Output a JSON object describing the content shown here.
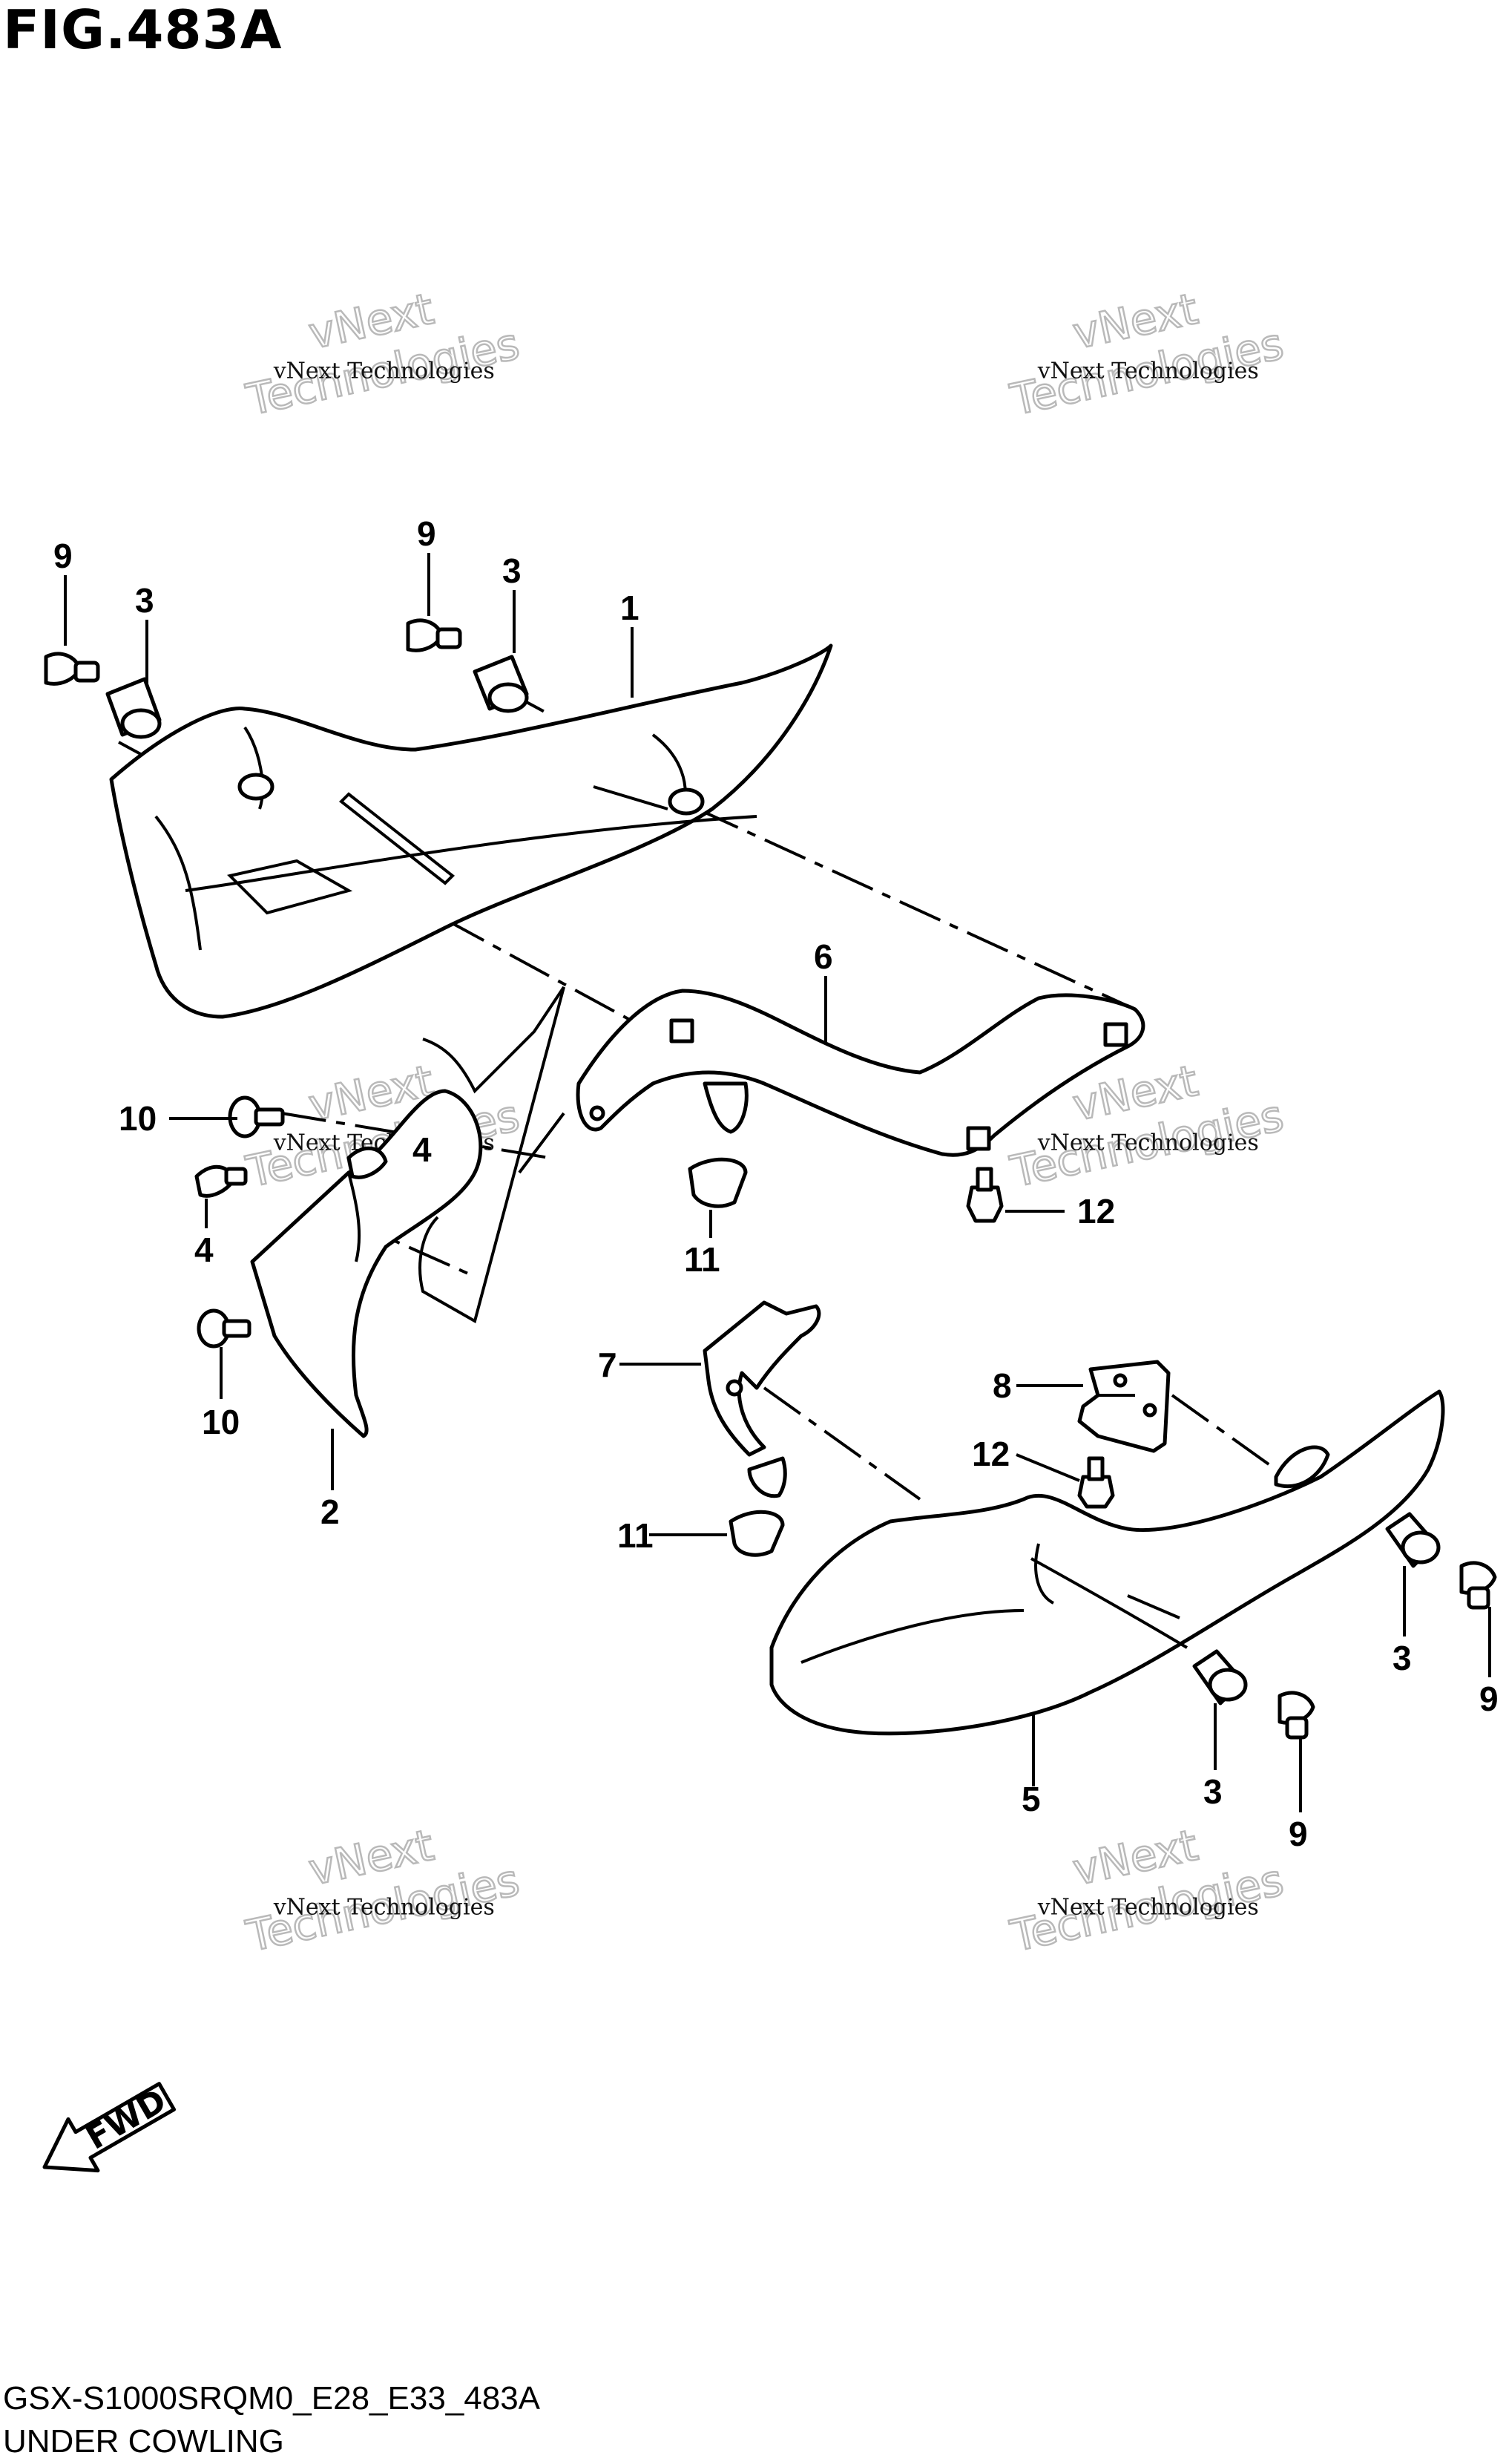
{
  "figure": {
    "title": "FIG.483A",
    "code": "GSX-S1000SRQM0_E28_E33_483A",
    "name": "UNDER COWLING"
  },
  "direction_marker": {
    "label": "FWD",
    "icon": "forward-arrow-icon"
  },
  "watermark": {
    "line1": "vNext",
    "line2": "Technologies",
    "small": "vNext Technologies"
  },
  "callouts": {
    "c1": "1",
    "c2": "2",
    "c3a": "3",
    "c3b": "3",
    "c3c": "3",
    "c3d": "3",
    "c4a": "4",
    "c4b": "4",
    "c5": "5",
    "c6": "6",
    "c7": "7",
    "c8": "8",
    "c9a": "9",
    "c9b": "9",
    "c9c": "9",
    "c9d": "9",
    "c10a": "10",
    "c10b": "10",
    "c11a": "11",
    "c11b": "11",
    "c12a": "12",
    "c12b": "12"
  },
  "colors": {
    "line": "#000000",
    "watermark": "#b9b9b9",
    "background": "#ffffff"
  }
}
